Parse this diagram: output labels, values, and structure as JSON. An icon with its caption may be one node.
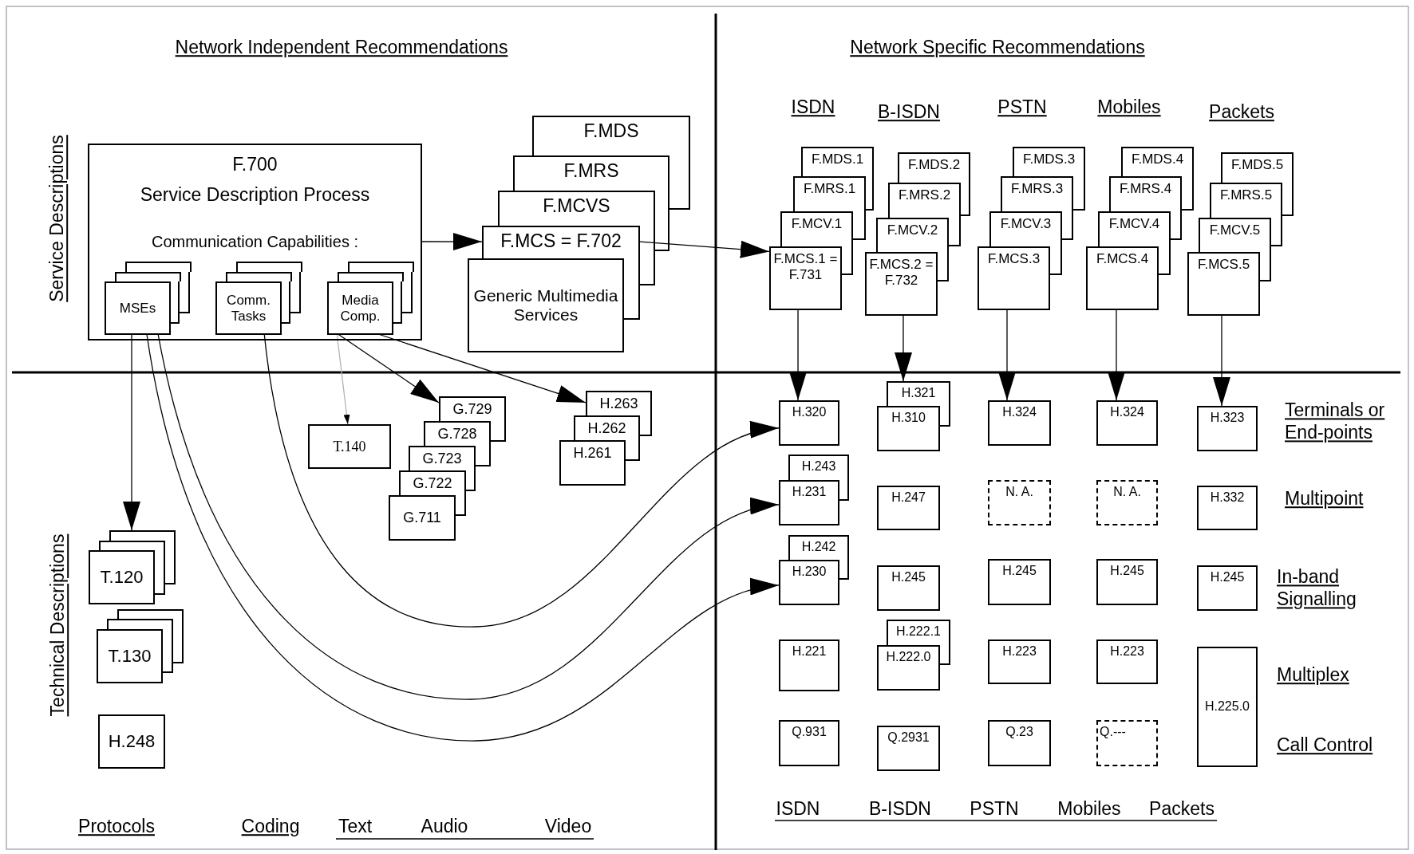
{
  "diagram": {
    "nodes": [
      {
        "text": [
          "F.700",
          "Service Description Process",
          "Communication Capabilities :"
        ]
      },
      {
        "text": [
          "MSEs"
        ],
        "in": 0
      },
      {
        "text": [],
        "shape": "box",
        "in": 0
      },
      {
        "text": [],
        "shape": "box",
        "in": 0
      },
      {
        "text": [
          "Comm. Tasks"
        ],
        "in": 0
      },
      {
        "text": [],
        "shape": "box",
        "in": 0
      },
      {
        "text": [],
        "shape": "box",
        "in": 0
      },
      {
        "text": [
          "Media Comp."
        ],
        "in": 0
      },
      {
        "text": [],
        "shape": "box",
        "in": 0
      },
      {
        "text": [],
        "shape": "box",
        "in": 0
      },
      {
        "text": [
          "F.MDS"
        ]
      },
      {
        "text": [
          "F.MRS"
        ]
      },
      {
        "text": [
          "F.MCVS"
        ]
      },
      {
        "text": [
          "F.MCS = F.702"
        ]
      },
      {
        "text": [
          "Generic Multimedia Services"
        ]
      },
      {
        "text": [
          "F.MDS.1"
        ]
      },
      {
        "text": [
          "F.MRS.1"
        ]
      },
      {
        "text": [
          "F.MCV.1"
        ]
      },
      {
        "text": [
          "F.MCS.1 = F.731"
        ]
      },
      {
        "text": [
          "F.MDS.2"
        ]
      },
      {
        "text": [
          "F.MRS.2"
        ]
      },
      {
        "text": [
          "F.MCV.2"
        ]
      },
      {
        "text": [
          "F.MCS.2 = F.732"
        ]
      },
      {
        "text": [
          "F.MDS.3"
        ]
      },
      {
        "text": [
          "F.MRS.3"
        ]
      },
      {
        "text": [
          "F.MCV.3"
        ]
      },
      {
        "text": [
          "F.MCS.3"
        ]
      },
      {
        "text": [
          "F.MDS.4"
        ]
      },
      {
        "text": [
          "F.MRS.4"
        ]
      },
      {
        "text": [
          "F.MCV.4"
        ]
      },
      {
        "text": [
          "F.MCS.4"
        ]
      },
      {
        "text": [
          "F.MDS.5"
        ]
      },
      {
        "text": [
          "F.MRS.5"
        ]
      },
      {
        "text": [
          "F.MCV.5"
        ]
      },
      {
        "text": [
          "F.MCS.5"
        ]
      },
      {
        "text": [
          "T.140"
        ]
      },
      {
        "text": [
          "G.729"
        ]
      },
      {
        "text": [
          "G.728"
        ]
      },
      {
        "text": [
          "G.723"
        ]
      },
      {
        "text": [
          "G.722"
        ]
      },
      {
        "text": [
          "G.711"
        ]
      },
      {
        "text": [
          "H.263"
        ]
      },
      {
        "text": [
          "H.262"
        ]
      },
      {
        "text": [
          "H.261"
        ]
      },
      {
        "text": [
          "T.120"
        ]
      },
      {
        "text": [],
        "shape": "box"
      },
      {
        "text": [],
        "shape": "box"
      },
      {
        "text": [
          "T.130"
        ]
      },
      {
        "text": [],
        "shape": "box"
      },
      {
        "text": [],
        "shape": "box"
      },
      {
        "text": [
          "H.248"
        ]
      },
      {
        "text": [
          "H.320"
        ]
      },
      {
        "text": [
          "H.321"
        ]
      },
      {
        "text": [
          "H.310"
        ]
      },
      {
        "text": [
          "H.324"
        ]
      },
      {
        "text": [
          "H.324"
        ]
      },
      {
        "text": [
          "H.323"
        ]
      },
      {
        "text": [
          "H.243"
        ]
      },
      {
        "text": [
          "H.231"
        ]
      },
      {
        "text": [
          "H.247"
        ]
      },
      {
        "text": [
          "N. A."
        ]
      },
      {
        "text": [
          "N. A."
        ]
      },
      {
        "text": [
          "H.332"
        ]
      },
      {
        "text": [
          "H.242"
        ]
      },
      {
        "text": [
          "H.230"
        ]
      },
      {
        "text": [
          "H.245"
        ]
      },
      {
        "text": [
          "H.245"
        ]
      },
      {
        "text": [
          "H.245"
        ]
      },
      {
        "text": [
          "H.245"
        ]
      },
      {
        "text": [
          "H.221"
        ]
      },
      {
        "text": [
          "H.222.1"
        ]
      },
      {
        "text": [
          "H.222.0"
        ]
      },
      {
        "text": [
          "H.223"
        ]
      },
      {
        "text": [
          "H.223"
        ]
      },
      {
        "text": [
          "H.225.0"
        ]
      },
      {
        "text": [
          "Q.931"
        ]
      },
      {
        "text": [
          "Q.2931"
        ]
      },
      {
        "text": [
          "Q.23"
        ]
      },
      {
        "text": [
          "Q.---"
        ]
      }
    ],
    "edges": [
      {
        "from": 0,
        "to": 13,
        "arrow": "to"
      },
      {
        "from": 13,
        "to": 18,
        "arrow": "to"
      },
      {
        "from": 18,
        "to": 51,
        "arrow": "to"
      },
      {
        "from": 22,
        "to": 52,
        "arrow": "to"
      },
      {
        "from": 26,
        "to": 54,
        "arrow": "to"
      },
      {
        "from": 30,
        "to": 55,
        "arrow": "to"
      },
      {
        "from": 34,
        "to": 56,
        "arrow": "to"
      },
      {
        "from": 1,
        "to": 45,
        "arrow": "to"
      },
      {
        "from": 4,
        "to": 51,
        "arrow": "to"
      },
      {
        "from": 1,
        "to": 58,
        "arrow": "to"
      },
      {
        "from": 1,
        "to": 64,
        "arrow": "to"
      },
      {
        "from": 7,
        "to": 35,
        "arrow": "to",
        "color": "#b4b4b4"
      },
      {
        "from": 7,
        "to": 36,
        "arrow": "to"
      },
      {
        "from": 7,
        "to": 41,
        "arrow": "to"
      }
    ],
    "labels": [
      "Network Independent Recommendations",
      "Network Specific Recommendations",
      "Service Descriptions",
      "ISDN",
      "B-ISDN",
      "PSTN",
      "Mobiles",
      "Packets",
      "Terminals or End-points",
      "Multipoint",
      "In-band Signalling",
      "Technical Descriptions",
      "Multiplex",
      "Call Control",
      "Protocols",
      "Coding",
      "Text",
      "Audio",
      "Video",
      "ISDN",
      "B-ISDN",
      "PSTN",
      "Mobiles",
      "Packets"
    ]
  }
}
